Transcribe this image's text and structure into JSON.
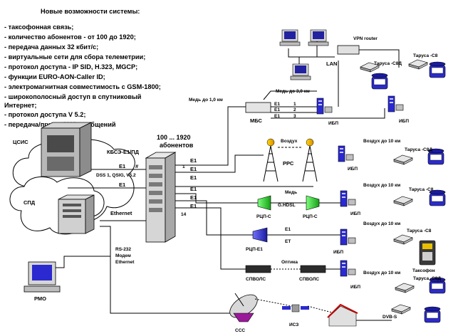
{
  "features": {
    "title": "Новые возможности системы:",
    "items": [
      "- таксофонная связь;",
      "- количество абонентов - от 100 до 1920;",
      "- передача данных 32 кбит/с;",
      "- виртуальные сети для сбора телеметрии;",
      "- протокол доступа - IP SID, H.323, MGCP;",
      "- функции EURO-AON-Caller ID;",
      "- электромагнитная совместимость с GSM-1800;",
      "- широкополосный доступ в спутниковый",
      "Интернет;",
      "- протокол доступа V 5.2;",
      "- передача/прием SMS-сообщений"
    ]
  },
  "left": {
    "csis": "ЦСИС",
    "spd": "СПД",
    "rmo": "РМО",
    "e1": "E1",
    "hash": "#",
    "dss": "DSS 1, QSIG, V5.2",
    "e1b": "E1",
    "ethernet": "Ethernet",
    "rs232": [
      "RS-232",
      "Модем",
      "Ethernet"
    ]
  },
  "center": {
    "range": "100 ... 1920",
    "subs": "абонентов",
    "kbs": "КБСЭ-Е1/ПД",
    "n1": "1",
    "n14": "14",
    "e1": "E1"
  },
  "top": {
    "lan": "LAN",
    "vpn": "VPN router",
    "tarusa8d": "Таруса -С8Д",
    "tarusa8": "Таруса -С8",
    "med10": "Медь до 1,0 км",
    "med30": "Медь до 3,0 км",
    "mbs": "МБС",
    "ibp": "ИБП",
    "n1": "1",
    "n2": "2",
    "n3": "3"
  },
  "rows": {
    "vozduh": "Воздух",
    "vozduh10": "Воздух до 10 км",
    "prs": "РРС",
    "med": "Медь",
    "ghdsl": "G.HDSL",
    "rcps": "РЦП-С",
    "rcpe1": "РЦП-Е1",
    "et": "ET",
    "optika": "Оптика",
    "spvols": "СПВОЛС",
    "takso": "Таксофон",
    "dvbs": "DVB-S",
    "ssc": "ССС",
    "isz": "ИСЗ"
  }
}
